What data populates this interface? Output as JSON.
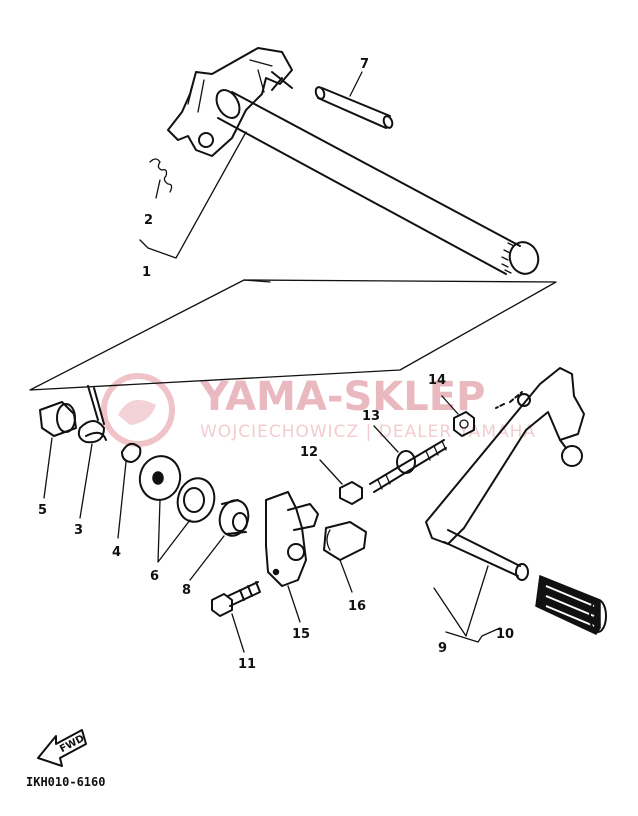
{
  "watermark": {
    "brand": "YAMA-SKLEP",
    "subtitle": "WOJCIECHOWICZ | DEALER YAMAHA"
  },
  "fwd_label": "FWD",
  "diagram_code": "IKH010-6160",
  "part_labels": {
    "p1": "1",
    "p2": "2",
    "p3": "3",
    "p4": "4",
    "p5": "5",
    "p6": "6",
    "p7": "7",
    "p8": "8",
    "p9": "9",
    "p10": "10",
    "p11": "11",
    "p12": "12",
    "p13": "13",
    "p14": "14",
    "p15": "15",
    "p16": "16"
  }
}
